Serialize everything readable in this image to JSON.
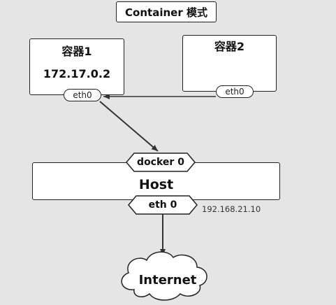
{
  "title": "Container 模式",
  "container1": {
    "label": "容器1",
    "ip": "172.17.0.2",
    "iface": "eth0"
  },
  "container2": {
    "label": "容器2",
    "iface": "eth0"
  },
  "host": {
    "label": "Host",
    "bridge": "docker 0",
    "iface": "eth 0",
    "ip": "192.168.21.10"
  },
  "internet": "Internet",
  "colors": {
    "background": "#e5e5e5",
    "stroke": "#222222",
    "fill": "#ffffff"
  }
}
